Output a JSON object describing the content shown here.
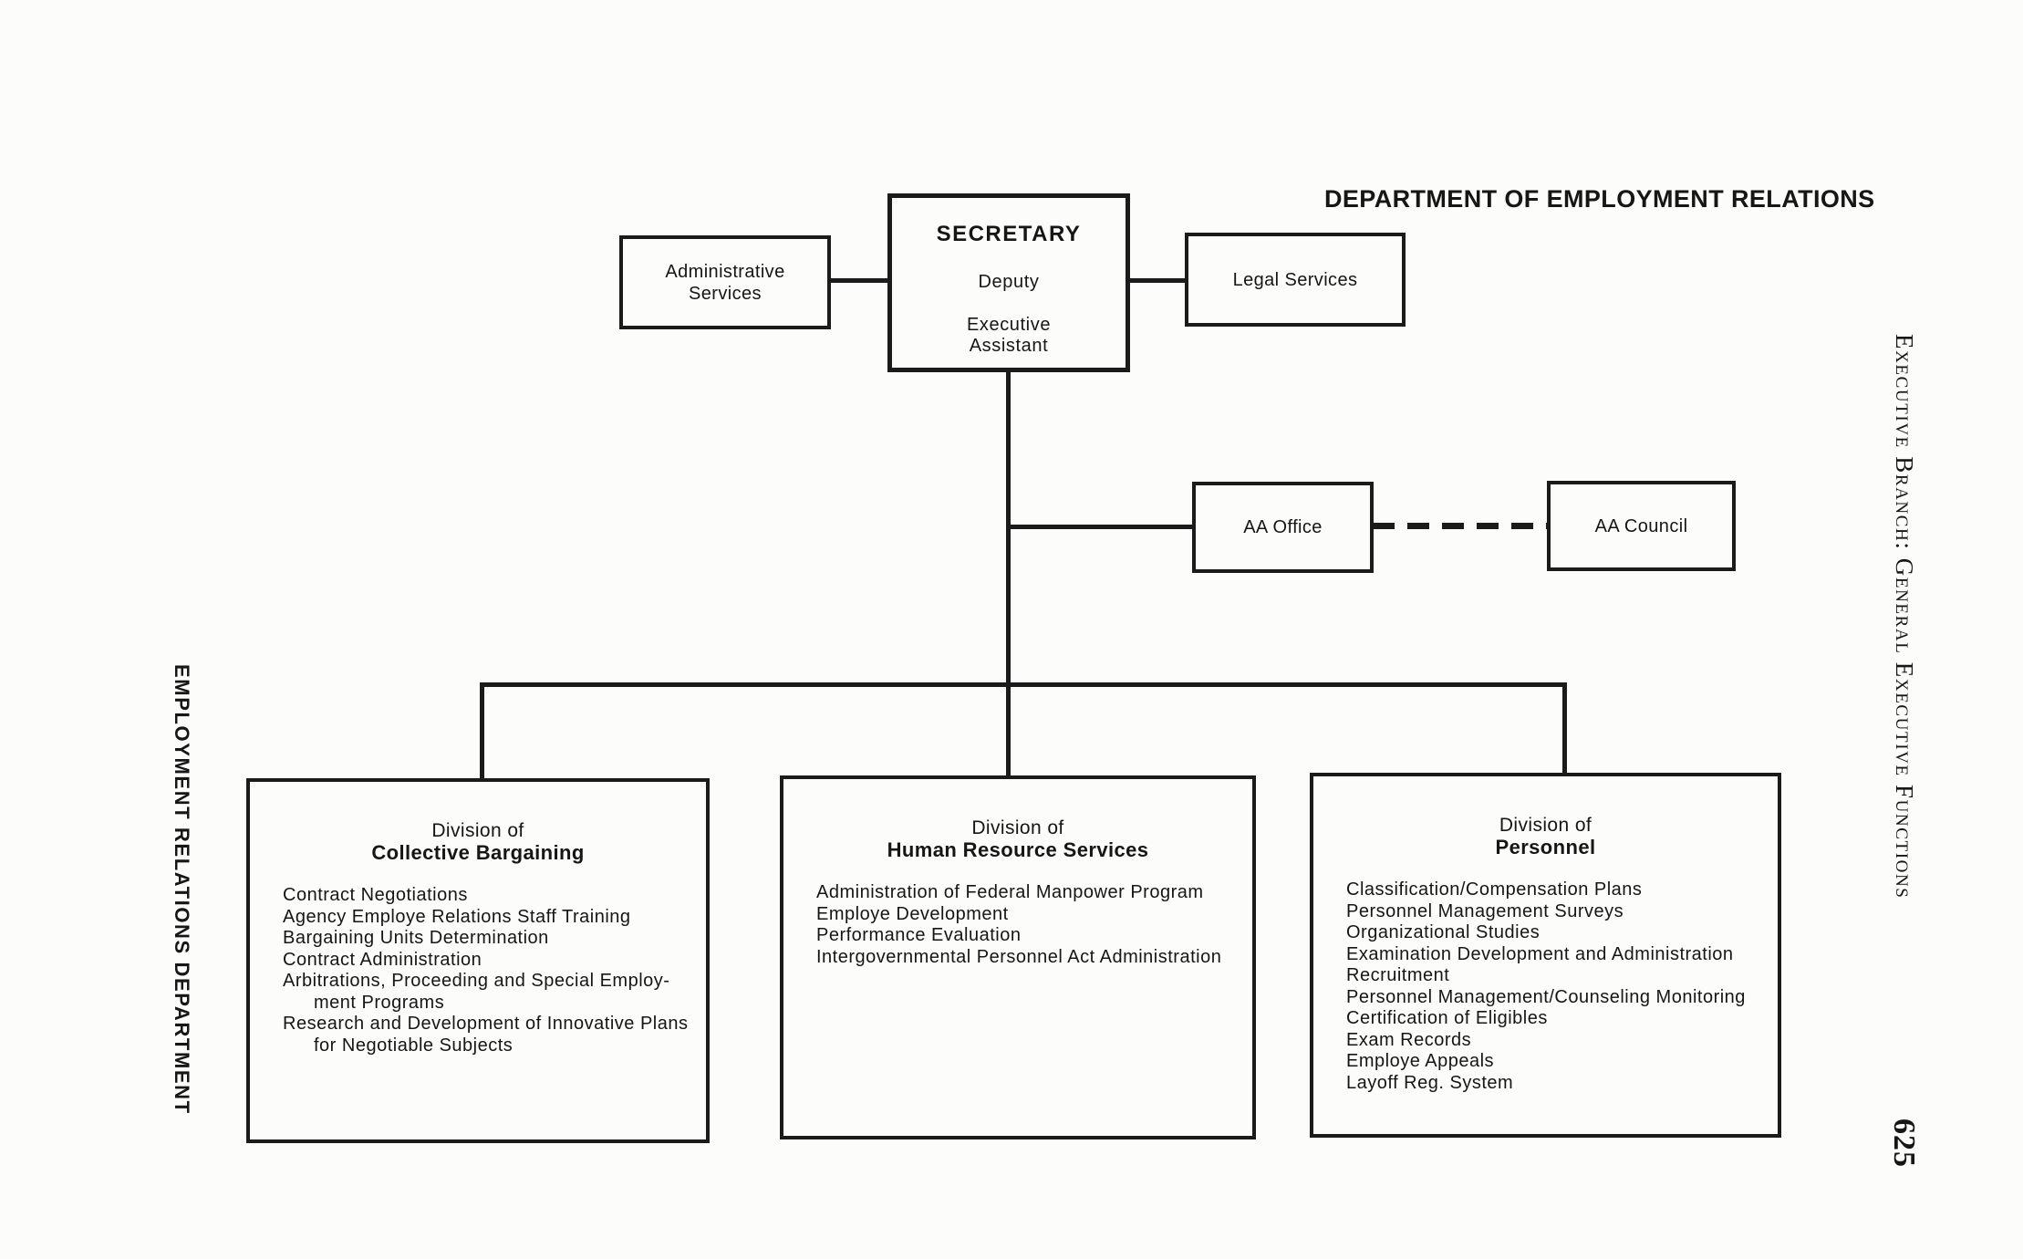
{
  "page": {
    "title": "DEPARTMENT OF EMPLOYMENT RELATIONS",
    "left_margin_label": "EMPLOYMENT RELATIONS DEPARTMENT",
    "right_margin_label": "Executive Branch:  General Executive Functions",
    "page_number": "625"
  },
  "colors": {
    "paper": "#fcfcfa",
    "ink": "#1b1b1b"
  },
  "org": {
    "secretary": {
      "title": "SECRETARY",
      "deputy": "Deputy",
      "assistant_line1": "Executive",
      "assistant_line2": "Assistant"
    },
    "administrative_services": {
      "line1": "Administrative",
      "line2": "Services"
    },
    "legal_services": {
      "label": "Legal Services"
    },
    "aa_office": {
      "label": "AA Office"
    },
    "aa_council": {
      "label": "AA Council"
    }
  },
  "divisions": [
    {
      "heading_top": "Division of",
      "name": "Collective Bargaining",
      "items": [
        {
          "text": "Contract Negotiations"
        },
        {
          "text": "Agency Employe Relations Staff Training"
        },
        {
          "text": "Bargaining Units Determination"
        },
        {
          "text": "Contract Administration"
        },
        {
          "text": "Arbitrations, Proceeding and Special Employ-"
        },
        {
          "text": "ment Programs",
          "indent": true
        },
        {
          "text": "Research and Development of Innovative Plans"
        },
        {
          "text": "for Negotiable Subjects",
          "indent": true
        }
      ]
    },
    {
      "heading_top": "Division of",
      "name": "Human Resource Services",
      "items": [
        {
          "text": "Administration of Federal Manpower Program"
        },
        {
          "text": "Employe Development"
        },
        {
          "text": "Performance Evaluation"
        },
        {
          "text": "Intergovernmental Personnel Act Administration"
        }
      ]
    },
    {
      "heading_top": "Division of",
      "name": "Personnel",
      "items": [
        {
          "text": "Classification/Compensation Plans"
        },
        {
          "text": "Personnel Management Surveys"
        },
        {
          "text": "Organizational Studies"
        },
        {
          "text": "Examination Development and Administration"
        },
        {
          "text": "Recruitment"
        },
        {
          "text": "Personnel Management/Counseling Monitoring"
        },
        {
          "text": "Certification of Eligibles"
        },
        {
          "text": "Exam Records"
        },
        {
          "text": "Employe Appeals"
        },
        {
          "text": "Layoff Reg. System"
        }
      ]
    }
  ]
}
